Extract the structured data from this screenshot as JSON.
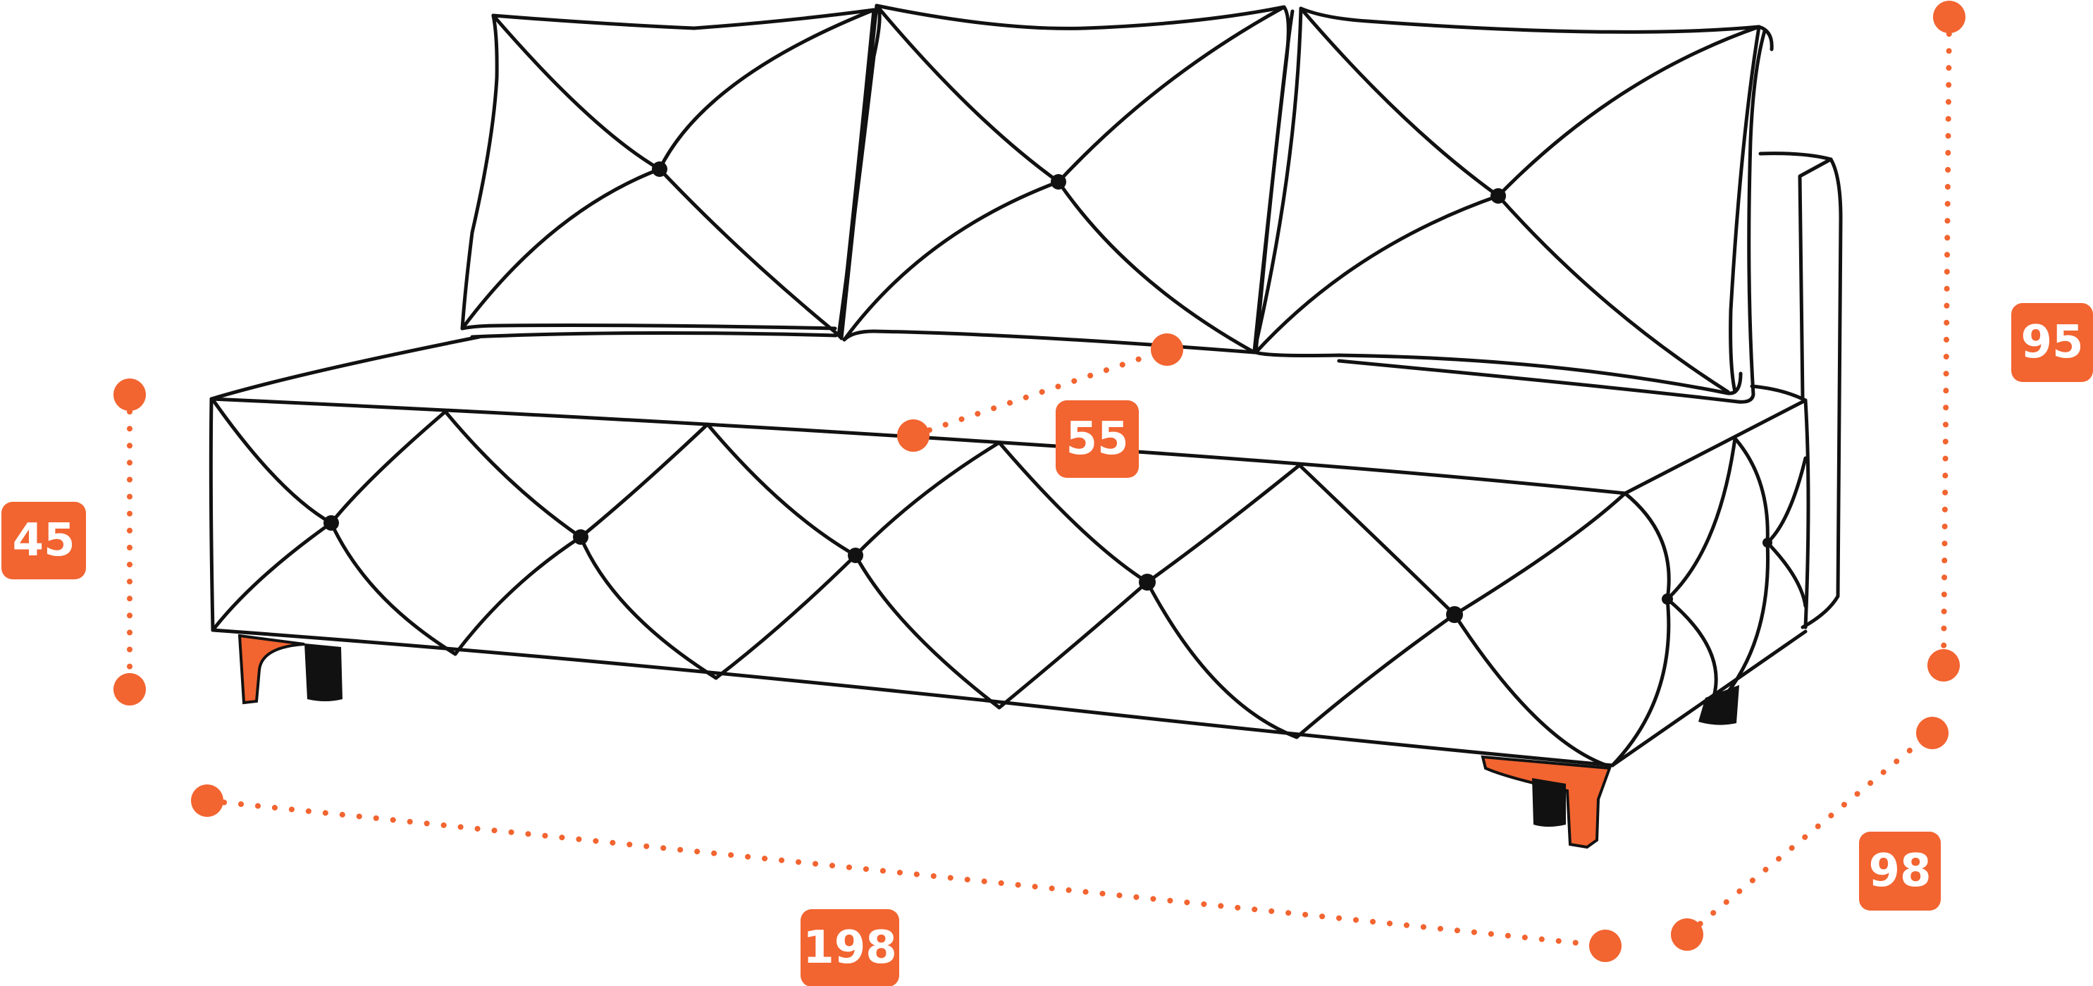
{
  "colors": {
    "accent": "#F26430",
    "outline": "#111111",
    "leg_dark": "#111111",
    "label_text": "#FFFFFF",
    "background": "#FFFFFF"
  },
  "product": {
    "name": "sofa",
    "units": ""
  },
  "dimensions": {
    "width": {
      "value": "198"
    },
    "depth": {
      "value": "98"
    },
    "height": {
      "value": "95"
    },
    "seat_height": {
      "value": "45"
    },
    "seat_depth": {
      "value": "55"
    }
  }
}
